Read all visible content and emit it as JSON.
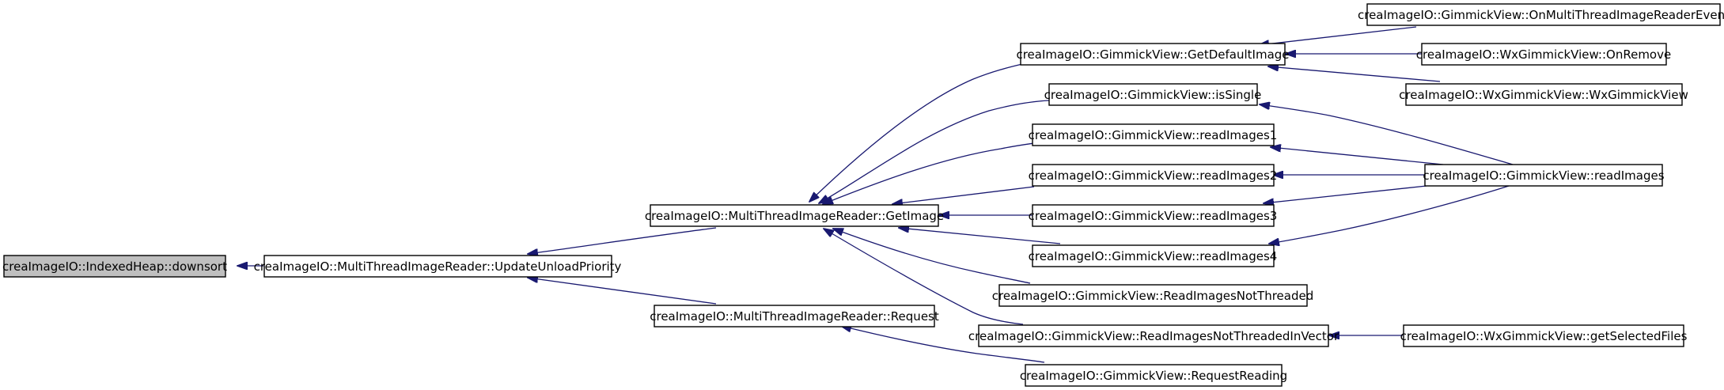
{
  "colors": {
    "edge": "#191970",
    "root_fill": "#bfbfbf",
    "node_fill": "#ffffff",
    "border": "#000000"
  },
  "nodes": {
    "indexedheap_downsort": "creaImageIO::IndexedHeap::downsort",
    "updateunloadpriority": "creaImageIO::MultiThreadImageReader::UpdateUnloadPriority",
    "getimage": "creaImageIO::MultiThreadImageReader::GetImage",
    "request": "creaImageIO::MultiThreadImageReader::Request",
    "getdefaultimage": "creaImageIO::GimmickView::GetDefaultImage",
    "issingle": "creaImageIO::GimmickView::isSingle",
    "readimages1": "creaImageIO::GimmickView::readImages1",
    "readimages2": "creaImageIO::GimmickView::readImages2",
    "readimages3": "creaImageIO::GimmickView::readImages3",
    "readimages4": "creaImageIO::GimmickView::readImages4",
    "readimagesnotthreaded": "creaImageIO::GimmickView::ReadImagesNotThreaded",
    "readimagesnotthreadedinvector": "creaImageIO::GimmickView::ReadImagesNotThreadedInVector",
    "requestreading": "creaImageIO::GimmickView::RequestReading",
    "onmultithreadimagereaderevent": "creaImageIO::GimmickView::OnMultiThreadImageReaderEvent",
    "onremove": "creaImageIO::WxGimmickView::OnRemove",
    "wxgimmickview": "creaImageIO::WxGimmickView::WxGimmickView",
    "readimages": "creaImageIO::GimmickView::readImages",
    "getselectedfiles": "creaImageIO::WxGimmickView::getSelectedFiles"
  }
}
